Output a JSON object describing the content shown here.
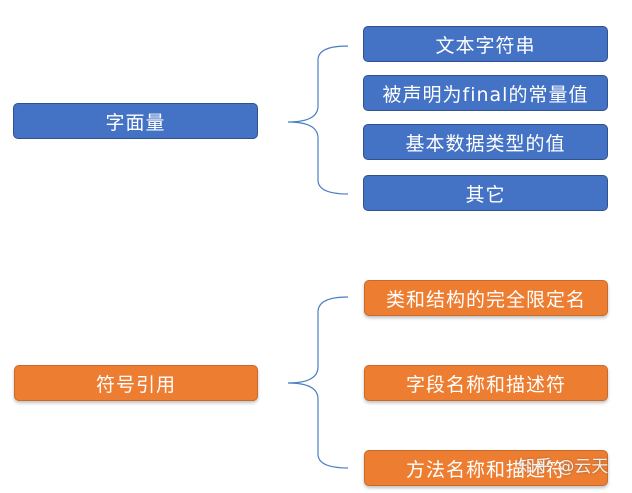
{
  "diagram": {
    "literal": {
      "root": "字面量",
      "children": [
        "文本字符串",
        "被声明为final的常量值",
        "基本数据类型的值",
        "其它"
      ]
    },
    "symbolic": {
      "root": "符号引用",
      "children": [
        "类和结构的完全限定名",
        "字段名称和描述符",
        "方法名称和描述符"
      ]
    }
  },
  "watermark": "知乎 @云天",
  "colors": {
    "blue_fill": "#4472c4",
    "orange_fill": "#ed7d31",
    "brace_line": "#4a7fc1"
  }
}
